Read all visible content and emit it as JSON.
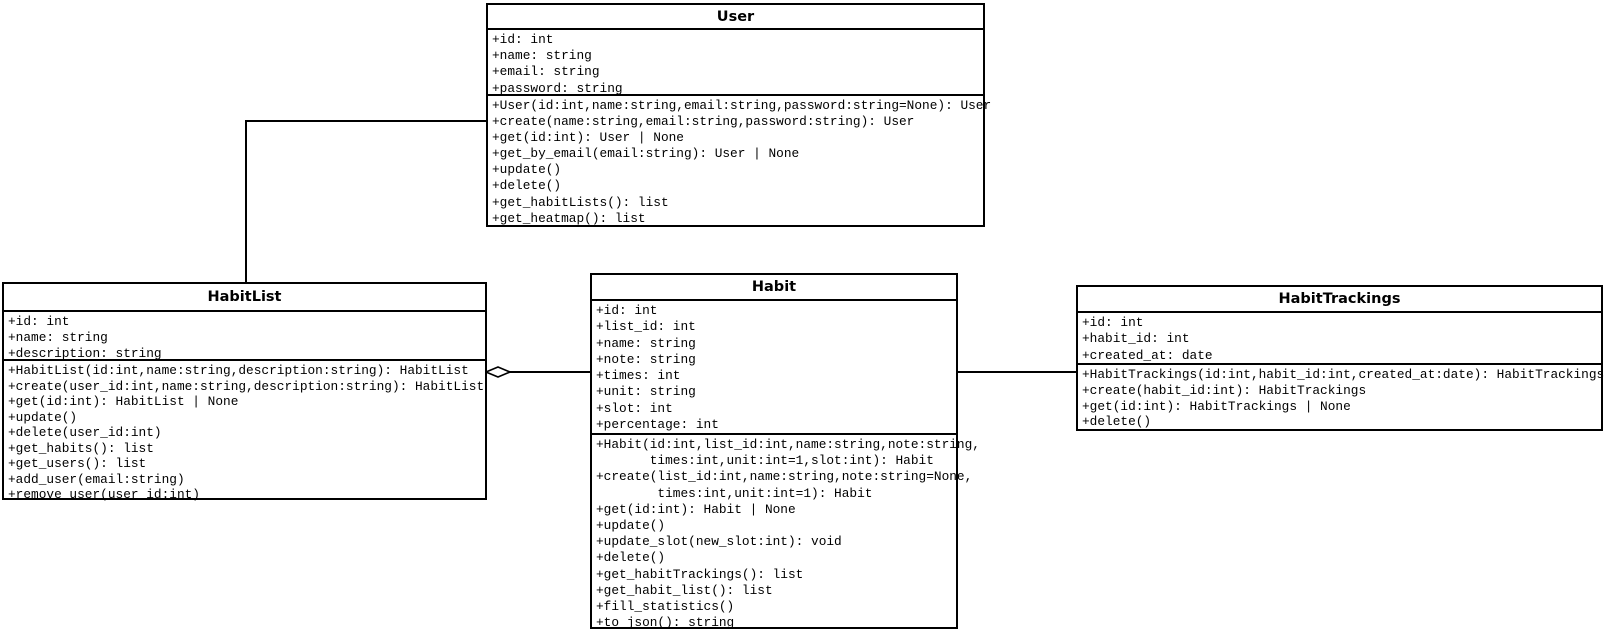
{
  "diagram": {
    "type": "uml-class-diagram",
    "background_color": "#ffffff",
    "line_color": "#000000",
    "text_color": "#000000",
    "classes": [
      {
        "name": "User",
        "attributes": [
          "+id: int",
          "+name: string",
          "+email: string",
          "+password: string"
        ],
        "methods": [
          "+User(id:int,name:string,email:string,password:string=None): User",
          "+create(name:string,email:string,password:string): User",
          "+get(id:int): User | None",
          "+get_by_email(email:string): User | None",
          "+update()",
          "+delete()",
          "+get_habitLists(): list",
          "+get_heatmap(): list"
        ]
      },
      {
        "name": "HabitList",
        "attributes": [
          "+id: int",
          "+name: string",
          "+description: string"
        ],
        "methods": [
          "+HabitList(id:int,name:string,description:string): HabitList",
          "+create(user_id:int,name:string,description:string): HabitList",
          "+get(id:int): HabitList | None",
          "+update()",
          "+delete(user_id:int)",
          "+get_habits(): list",
          "+get_users(): list",
          "+add_user(email:string)",
          "+remove_user(user_id:int)"
        ]
      },
      {
        "name": "Habit",
        "attributes": [
          "+id: int",
          "+list_id: int",
          "+name: string",
          "+note: string",
          "+times: int",
          "+unit: string",
          "+slot: int",
          "+percentage: int"
        ],
        "methods": [
          "+Habit(id:int,list_id:int,name:string,note:string,",
          "       times:int,unit:int=1,slot:int): Habit",
          "+create(list_id:int,name:string,note:string=None,",
          "        times:int,unit:int=1): Habit",
          "+get(id:int): Habit | None",
          "+update()",
          "+update_slot(new_slot:int): void",
          "+delete()",
          "+get_habitTrackings(): list",
          "+get_habit_list(): list",
          "+fill_statistics()",
          "+to_json(): string"
        ]
      },
      {
        "name": "HabitTrackings",
        "attributes": [
          "+id: int",
          "+habit_id: int",
          "+created_at: date"
        ],
        "methods": [
          "+HabitTrackings(id:int,habit_id:int,created_at:date): HabitTrackings",
          "+create(habit_id:int): HabitTrackings",
          "+get(id:int): HabitTrackings | None",
          "+delete()"
        ]
      }
    ],
    "relationships": [
      {
        "from": "User",
        "to": "HabitList",
        "type": "association"
      },
      {
        "from": "HabitList",
        "to": "Habit",
        "type": "aggregation",
        "diamond_at": "HabitList"
      },
      {
        "from": "Habit",
        "to": "HabitTrackings",
        "type": "association"
      }
    ]
  }
}
